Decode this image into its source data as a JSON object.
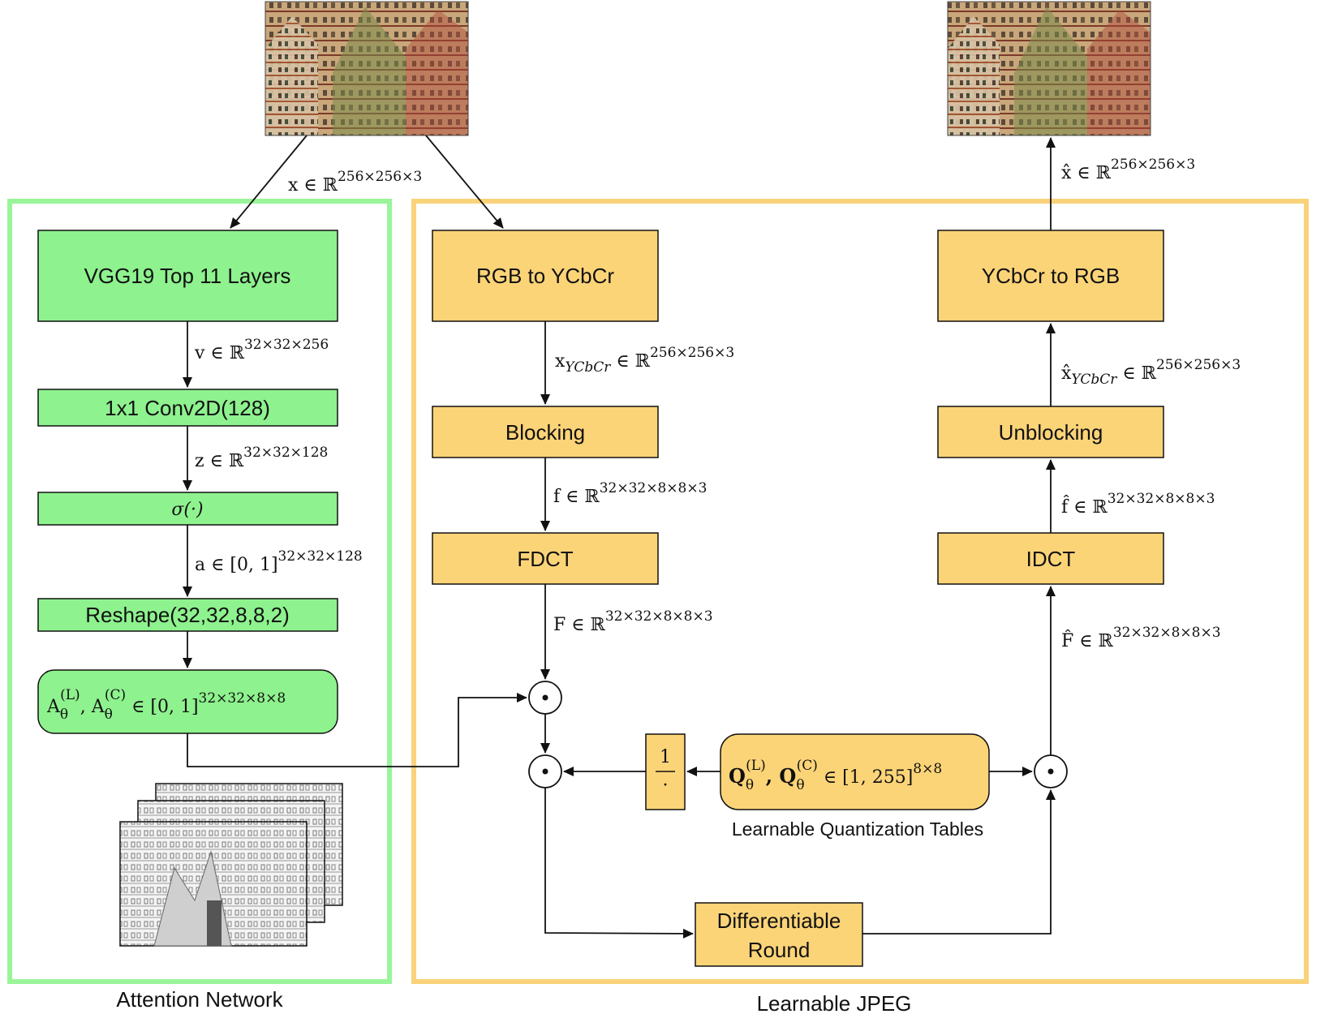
{
  "attention_network": {
    "caption": "Attention Network",
    "vgg": "VGG19 Top 11 Layers",
    "conv": "1x1 Conv2D(128)",
    "sigma": "σ(·)",
    "reshape": "Reshape(32,32,8,8,2)",
    "mask_output": {
      "main": "A",
      "sub_L": "θ",
      "sup_L": "(L)",
      "sep": ", A",
      "sub_C": "θ",
      "sup_C": "(C)",
      "set": " ∈ [0, 1]",
      "dims": "32×32×8×8"
    },
    "edge_v": {
      "sym": "v ∈ ℝ",
      "dims": "32×32×256"
    },
    "edge_z": {
      "sym": "z ∈ ℝ",
      "dims": "32×32×128"
    },
    "edge_a": {
      "sym": "a ∈ [0, 1]",
      "dims": "32×32×128"
    }
  },
  "input_edge": {
    "sym": "x ∈ ℝ",
    "dims": "256×256×3"
  },
  "output_edge": {
    "sym": "x̂ ∈ ℝ",
    "dims": "256×256×3"
  },
  "jpeg": {
    "caption": "Learnable JPEG",
    "rgb_to_ycbcr": "RGB to YCbCr",
    "blocking": "Blocking",
    "fdct": "FDCT",
    "ycbcr_to_rgb": "YCbCr to RGB",
    "unblocking": "Unblocking",
    "idct": "IDCT",
    "round_line1": "Differentiable",
    "round_line2": "Round",
    "quant_tables": {
      "main": "Q",
      "sub_L": "θ",
      "sup_L": "(L)",
      "sep": ", Q",
      "sub_C": "θ",
      "sup_C": "(C)",
      "set": " ∈ [1, 255]",
      "dims": "8×8"
    },
    "quant_caption": "Learnable Quantization Tables",
    "reciprocal_num": "1",
    "reciprocal_den": "·",
    "odot": "⊙",
    "edge_xycbcr": {
      "sym": "x",
      "sub": "YCbCr",
      "set": " ∈ ℝ",
      "dims": "256×256×3"
    },
    "edge_f": {
      "sym": "f ∈ ℝ",
      "dims": "32×32×8×8×3"
    },
    "edge_F": {
      "sym": "F ∈ ℝ",
      "dims": "32×32×8×8×3"
    },
    "edge_xhat_ycbcr": {
      "sym": "x̂",
      "sub": "YCbCr",
      "set": " ∈ ℝ",
      "dims": "256×256×3"
    },
    "edge_fhat": {
      "sym": "f̂ ∈ ℝ",
      "dims": "32×32×8×8×3"
    },
    "edge_Fhat": {
      "sym": "F̂ ∈ ℝ",
      "dims": "32×32×8×8×3"
    }
  },
  "colors": {
    "attention_fill": "#8ef28e",
    "attention_border": "#9af59a",
    "jpeg_fill": "#fcd478",
    "jpeg_border": "#f9d27a"
  }
}
